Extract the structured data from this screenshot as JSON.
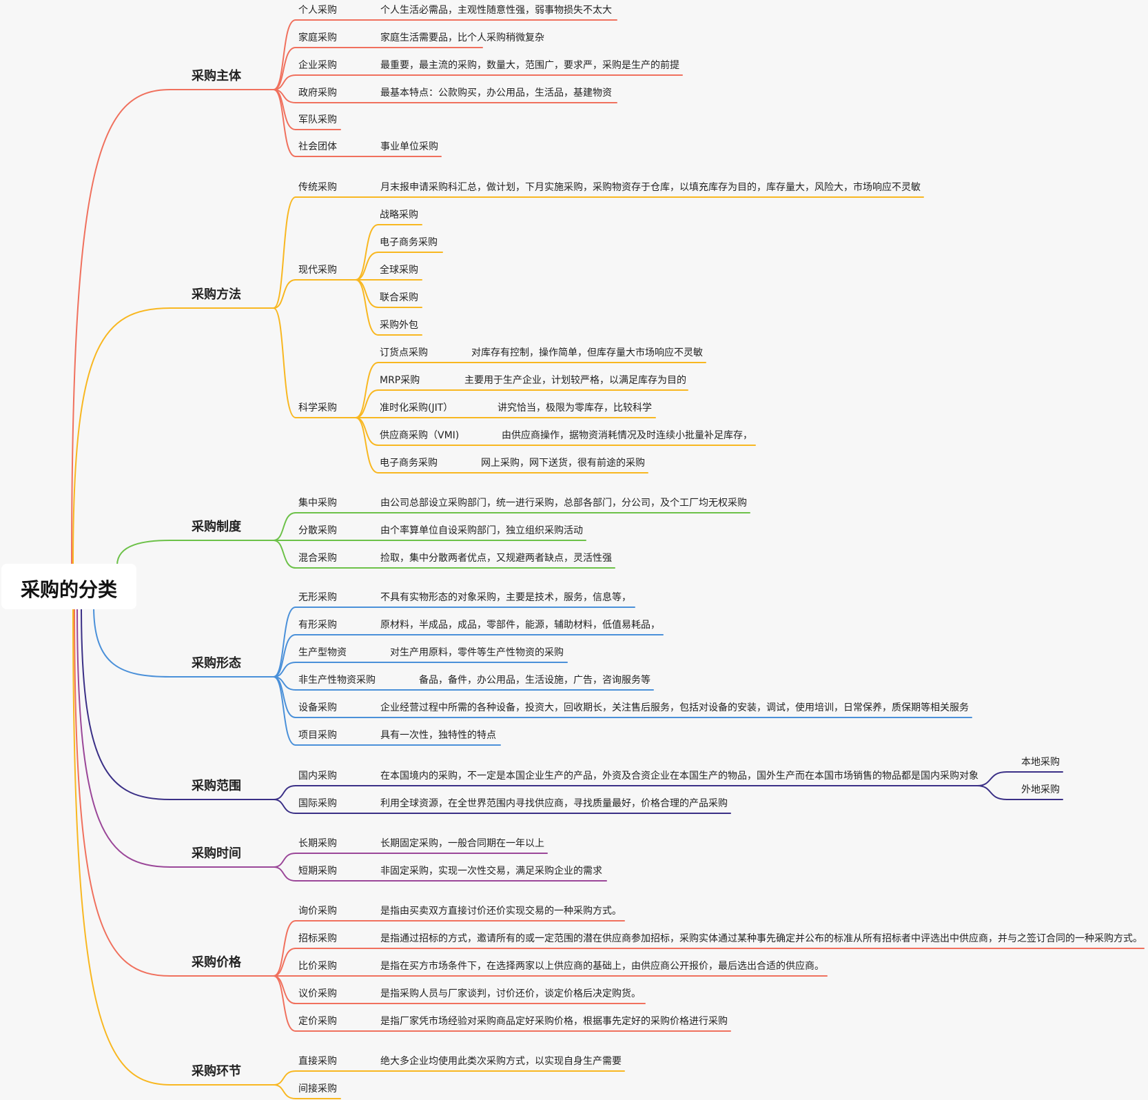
{
  "root": "采购的分类",
  "colors": {
    "red": "#f0705d",
    "yellow": "#f8b720",
    "green": "#6cc148",
    "blue": "#4a90d9",
    "navy": "#3a2f86",
    "purple": "#9a4698",
    "background": "#f7f7f7",
    "root_box": "#ffffff"
  },
  "branches": [
    {
      "key": "b0",
      "label": "采购主体",
      "color": "#f0705d",
      "children": [
        {
          "label": "个人采购",
          "desc": "个人生活必需品，主观性随意性强，弱事物损失不太大"
        },
        {
          "label": "家庭采购",
          "desc": "家庭生活需要品，比个人采购稍微复杂"
        },
        {
          "label": "企业采购",
          "desc": "最重要，最主流的采购，数量大，范围广，要求严，采购是生产的前提"
        },
        {
          "label": "政府采购",
          "desc": "最基本特点：公款购买，办公用品，生活品，基建物资"
        },
        {
          "label": "军队采购",
          "desc": ""
        },
        {
          "label": "社会团体",
          "desc": "事业单位采购"
        }
      ]
    },
    {
      "key": "b1",
      "label": "采购方法",
      "color": "#f8b720",
      "children": [
        {
          "label": "传统采购",
          "desc": "月末报申请采购科汇总，做计划，下月实施采购，采购物资存于仓库，以填充库存为目的，库存量大，风险大，市场响应不灵敏"
        },
        {
          "label": "现代采购",
          "desc": "",
          "children": [
            {
              "label": "战略采购"
            },
            {
              "label": "电子商务采购"
            },
            {
              "label": "全球采购"
            },
            {
              "label": "联合采购"
            },
            {
              "label": "采购外包"
            }
          ]
        },
        {
          "label": "科学采购",
          "desc": "",
          "children": [
            {
              "label": "订货点采购",
              "desc": "对库存有控制，操作简单，但库存量大市场响应不灵敏"
            },
            {
              "label": "MRP采购",
              "desc": "主要用于生产企业，计划较严格，以满足库存为目的"
            },
            {
              "label": "准时化采购(JIT）",
              "desc": "讲究恰当，极限为零库存，比较科学"
            },
            {
              "label": "供应商采购（VMI)",
              "desc": "由供应商操作，据物资消耗情况及时连续小批量补足库存，"
            },
            {
              "label": "电子商务采购",
              "desc": "网上采购，网下送货，很有前途的采购"
            }
          ]
        }
      ]
    },
    {
      "key": "b2",
      "label": "采购制度",
      "color": "#6cc148",
      "children": [
        {
          "label": "集中采购",
          "desc": "由公司总部设立采购部门，统一进行采购，总部各部门，分公司，及个工厂均无权采购"
        },
        {
          "label": "分散采购",
          "desc": "由个率算单位自设采购部门，独立组织采购活动"
        },
        {
          "label": "混合采购",
          "desc": "捡取，集中分散两者优点，又规避两者缺点，灵活性强"
        }
      ]
    },
    {
      "key": "b3",
      "label": "采购形态",
      "color": "#4a90d9",
      "children": [
        {
          "label": "无形采购",
          "desc": "不具有实物形态的对象采购，主要是技术，服务，信息等，"
        },
        {
          "label": "有形采购",
          "desc": "原材料，半成品，成品，零部件，能源，辅助材料，低值易耗品，"
        },
        {
          "label": "生产型物资",
          "desc": "对生产用原料，零件等生产性物资的采购"
        },
        {
          "label": "非生产性物资采购",
          "desc": "备品，备件，办公用品，生活设施，广告，咨询服务等"
        },
        {
          "label": "设备采购",
          "desc": "企业经营过程中所需的各种设备，投资大，回收期长，关注售后服务，包括对设备的安装，调试，使用培训，日常保养，质保期等相关服务"
        },
        {
          "label": "项目采购",
          "desc": "具有一次性，独特性的特点"
        }
      ]
    },
    {
      "key": "b4",
      "label": "采购范围",
      "color": "#3a2f86",
      "children": [
        {
          "label": "国内采购",
          "desc": "在本国境内的采购，不一定是本国企业生产的产品，外资及合资企业在本国生产的物品，国外生产而在本国市场销售的物品都是国内采购对象",
          "children": [
            {
              "label": "本地采购"
            },
            {
              "label": "外地采购"
            }
          ]
        },
        {
          "label": "国际采购",
          "desc": "利用全球资源，在全世界范围内寻找供应商，寻找质量最好，价格合理的产品采购"
        }
      ]
    },
    {
      "key": "b5",
      "label": "采购时间",
      "color": "#9a4698",
      "children": [
        {
          "label": "长期采购",
          "desc": "长期固定采购，一般合同期在一年以上"
        },
        {
          "label": "短期采购",
          "desc": "非固定采购，实现一次性交易，满足采购企业的需求"
        }
      ]
    },
    {
      "key": "b6",
      "label": "采购价格",
      "color": "#f0705d",
      "children": [
        {
          "label": "询价采购",
          "desc": "是指由买卖双方直接讨价还价实现交易的一种采购方式。"
        },
        {
          "label": "招标采购",
          "desc": "是指通过招标的方式，邀请所有的或一定范围的潜在供应商参加招标，采购实体通过某种事先确定并公布的标准从所有招标者中评选出中供应商，并与之签订合同的一种采购方式。"
        },
        {
          "label": "比价采购",
          "desc": "是指在买方市场条件下，在选择两家以上供应商的基础上，由供应商公开报价，最后选出合适的供应商。"
        },
        {
          "label": "议价采购",
          "desc": "是指采购人员与厂家谈判，讨价还价，谈定价格后决定购货。"
        },
        {
          "label": "定价采购",
          "desc": "是指厂家凭市场经验对采购商品定好采购价格，根据事先定好的采购价格进行采购"
        }
      ]
    },
    {
      "key": "b7",
      "label": "采购环节",
      "color": "#f8b720",
      "children": [
        {
          "label": "直接采购",
          "desc": "绝大多企业均使用此类次采购方式，以实现自身生产需要"
        },
        {
          "label": "间接采购",
          "desc": ""
        }
      ]
    }
  ]
}
